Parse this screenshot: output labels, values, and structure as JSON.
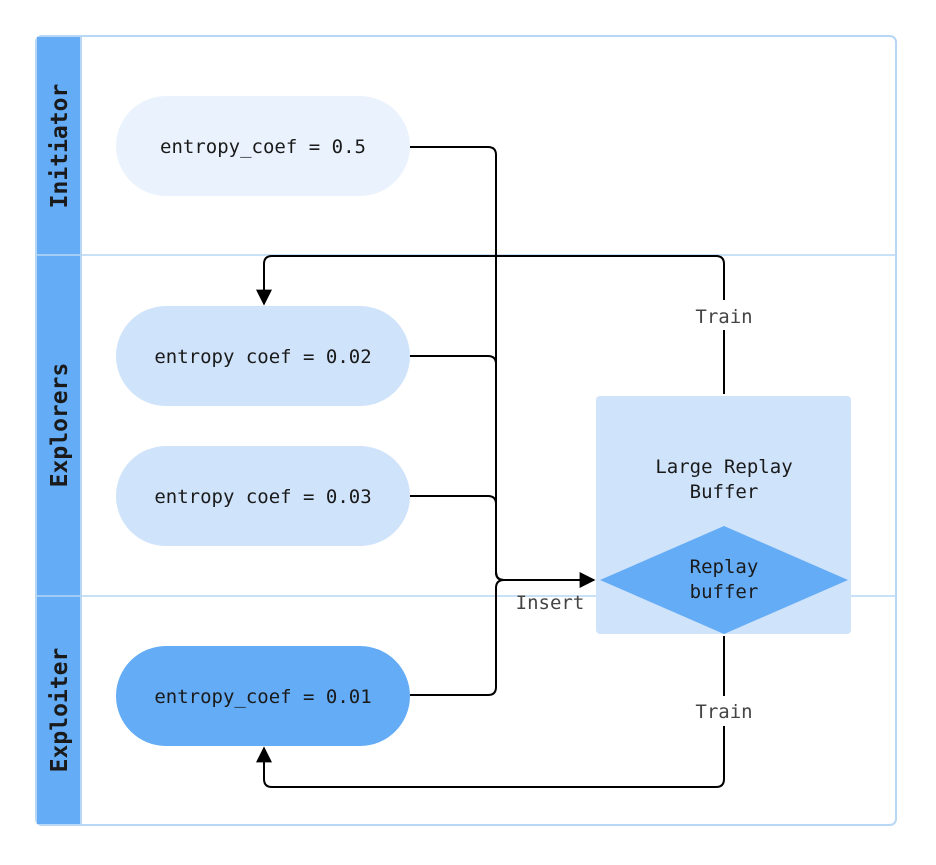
{
  "lanes": [
    {
      "title": "Initiator"
    },
    {
      "title": "Explorers"
    },
    {
      "title": "Exploiter"
    }
  ],
  "nodes": {
    "initiator": "entropy_coef = 0.5",
    "explorer_1": "entropy coef = 0.02",
    "explorer_2": "entropy coef = 0.03",
    "exploiter": "entropy_coef = 0.01",
    "large_buffer_line1": "Large Replay",
    "large_buffer_line2": "Buffer",
    "replay_line1": "Replay",
    "replay_line2": "buffer"
  },
  "edge_labels": {
    "insert": "Insert",
    "train_top": "Train",
    "train_bottom": "Train"
  },
  "colors": {
    "lane_border": "#b7d7f4",
    "lane_header": "#64acf6",
    "node_light": "#eaf3fd",
    "node_mid": "#cfe3fb",
    "node_dark": "#64acf6",
    "buffer_box": "#cfe3fb",
    "edge": "#000000"
  }
}
